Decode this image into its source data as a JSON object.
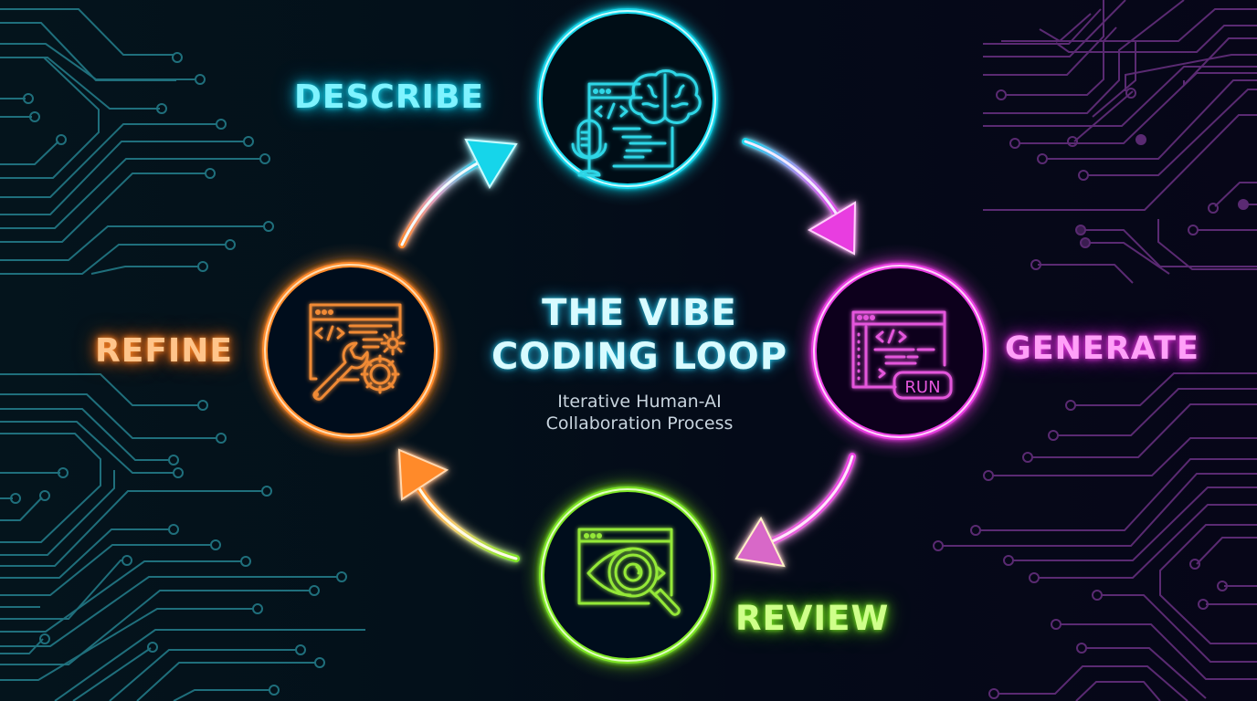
{
  "diagram": {
    "title_line1": "THE VIBE",
    "title_line2": "CODING LOOP",
    "subtitle_line1": "Iterative Human-AI",
    "subtitle_line2": "Collaboration Process",
    "background": "dark navy with teal (left) and purple (right) circuit-board traces",
    "stages": [
      {
        "id": "describe",
        "label": "DESCRIBE",
        "color": "#19d5ea",
        "icon": "code-window-brain-microphone-icon",
        "position": "top"
      },
      {
        "id": "generate",
        "label": "GENERATE",
        "color": "#e83ee0",
        "icon": "code-window-run-button-icon",
        "icon_text": "RUN",
        "position": "right"
      },
      {
        "id": "review",
        "label": "REVIEW",
        "color": "#7ee526",
        "icon": "browser-eye-magnifier-icon",
        "position": "bottom"
      },
      {
        "id": "refine",
        "label": "REFINE",
        "color": "#ff8a2a",
        "icon": "code-window-wrench-gears-icon",
        "position": "left"
      }
    ],
    "arrows": [
      {
        "from": "describe",
        "to": "generate",
        "gradient": [
          "#19d5ea",
          "#e83ee0"
        ]
      },
      {
        "from": "generate",
        "to": "review",
        "gradient": [
          "#e83ee0",
          "#e060d8"
        ]
      },
      {
        "from": "review",
        "to": "refine",
        "gradient": [
          "#7ee526",
          "#ff8a2a"
        ]
      },
      {
        "from": "refine",
        "to": "describe",
        "gradient": [
          "#ff8a2a",
          "#19d5ea"
        ]
      }
    ],
    "colors": {
      "describe": "#19d5ea",
      "generate": "#e83ee0",
      "review": "#7ee526",
      "refine": "#ff8a2a",
      "circuit_left": "#1f6f7c",
      "circuit_right": "#5a2a72"
    }
  }
}
